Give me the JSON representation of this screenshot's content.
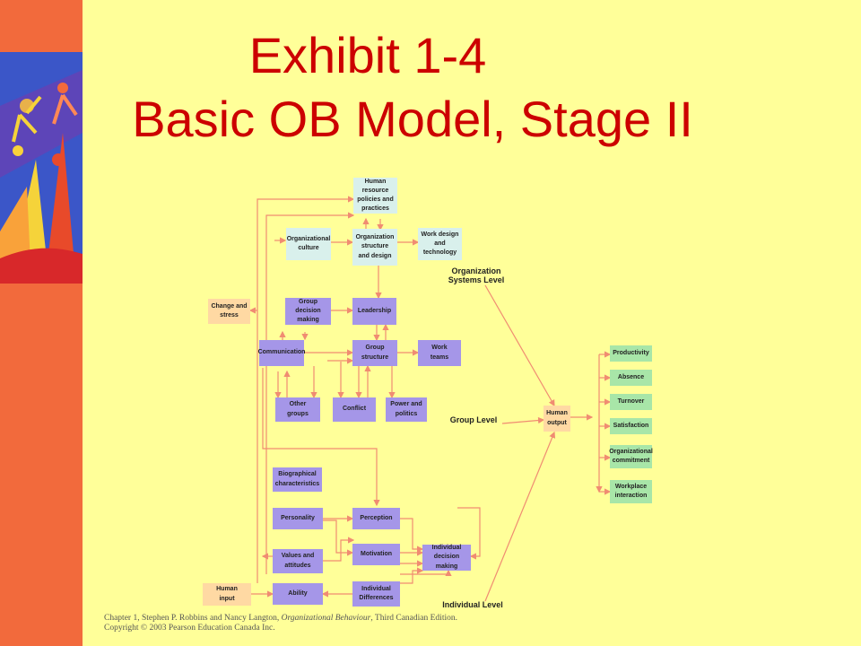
{
  "title": {
    "line1": "Exhibit 1-4",
    "line2": "Basic OB Model, Stage II"
  },
  "boxes": {
    "hr": "Human resource\npolicies and\npractices",
    "org_culture": "Organizational\nculture",
    "org_structure": "Organization\nstructure\nand design",
    "work_design": "Work design\nand\ntechnology",
    "change": "Change and\nstress",
    "group_decision": "Group\ndecision making",
    "leadership": "Leadership",
    "communication": "Communication",
    "group_structure": "Group\nstructure",
    "work_teams": "Work\nteams",
    "other_groups": "Other\ngroups",
    "conflict": "Conflict",
    "power": "Power and\npolitics",
    "bio": "Biographical\ncharacteristics",
    "personality": "Personality",
    "perception": "Perception",
    "values": "Values and\nattitudes",
    "motivation": "Motivation",
    "indiv_decision": "Individual\ndecision making",
    "human_input": "Human\ninput",
    "ability": "Ability",
    "indiv_diff": "Individual\nDifferences",
    "human_output": "Human\noutput",
    "productivity": "Productivity",
    "absence": "Absence",
    "turnover": "Turnover",
    "satisfaction": "Satisfaction",
    "commitment": "Organizational\ncommitment",
    "workplace": "Workplace\ninteraction"
  },
  "levels": {
    "org": "Organization\nSystems Level",
    "group": "Group Level",
    "individual": "Individual Level"
  },
  "footer": {
    "line1_pre": "Chapter 1, Stephen P. Robbins and Nancy Langton, ",
    "line1_italic": "Organizational Behaviour",
    "line1_post": ", Third Canadian Edition.",
    "line2": "Copyright © 2003 Pearson Education Canada Inc."
  },
  "colors": {
    "background": "#ffff99",
    "left_band": "#f26a3c",
    "title": "#cc0000",
    "connector": "#f08c72",
    "purple_box": "#a596e8",
    "light_box": "#d9f0ec",
    "green_box": "#a8e6a8",
    "peach_box": "#ffd9a3"
  }
}
